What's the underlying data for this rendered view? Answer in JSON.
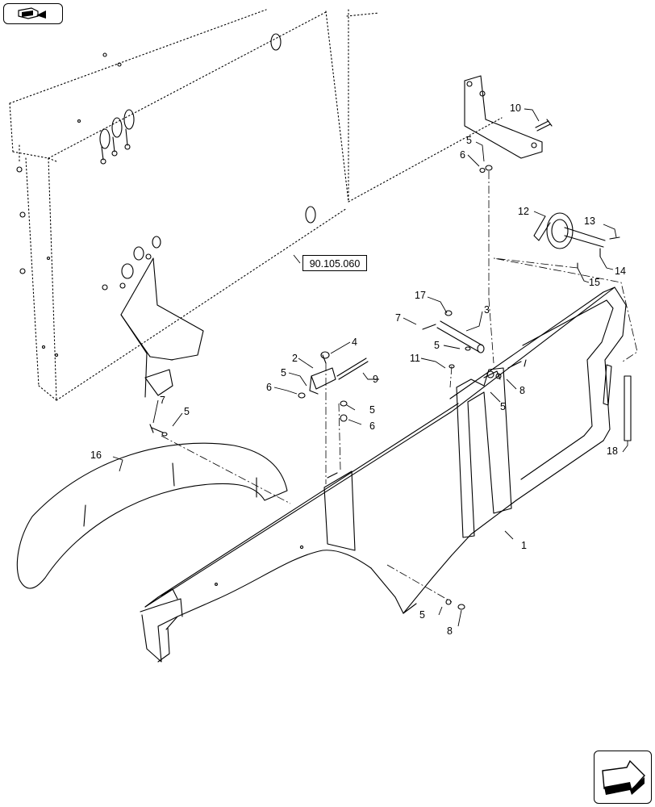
{
  "reference_link": "90.105.060",
  "callouts": {
    "c1": "1",
    "c2": "2",
    "c3": "3",
    "c4": "4",
    "c5a": "5",
    "c5b": "5",
    "c5c": "5",
    "c5d": "5",
    "c5e": "5",
    "c5f": "5",
    "c5g": "5",
    "c6a": "6",
    "c6b": "6",
    "c6c": "6",
    "c7a": "7",
    "c7b": "7",
    "c8a": "8",
    "c8b": "8",
    "c9": "9",
    "c10": "10",
    "c11": "11",
    "c12": "12",
    "c13": "13",
    "c14": "14",
    "c15": "15",
    "c16": "16",
    "c17": "17",
    "c18": "18"
  },
  "icons": {
    "top_left": "previous-page-icon",
    "bottom_right": "next-page-icon"
  }
}
